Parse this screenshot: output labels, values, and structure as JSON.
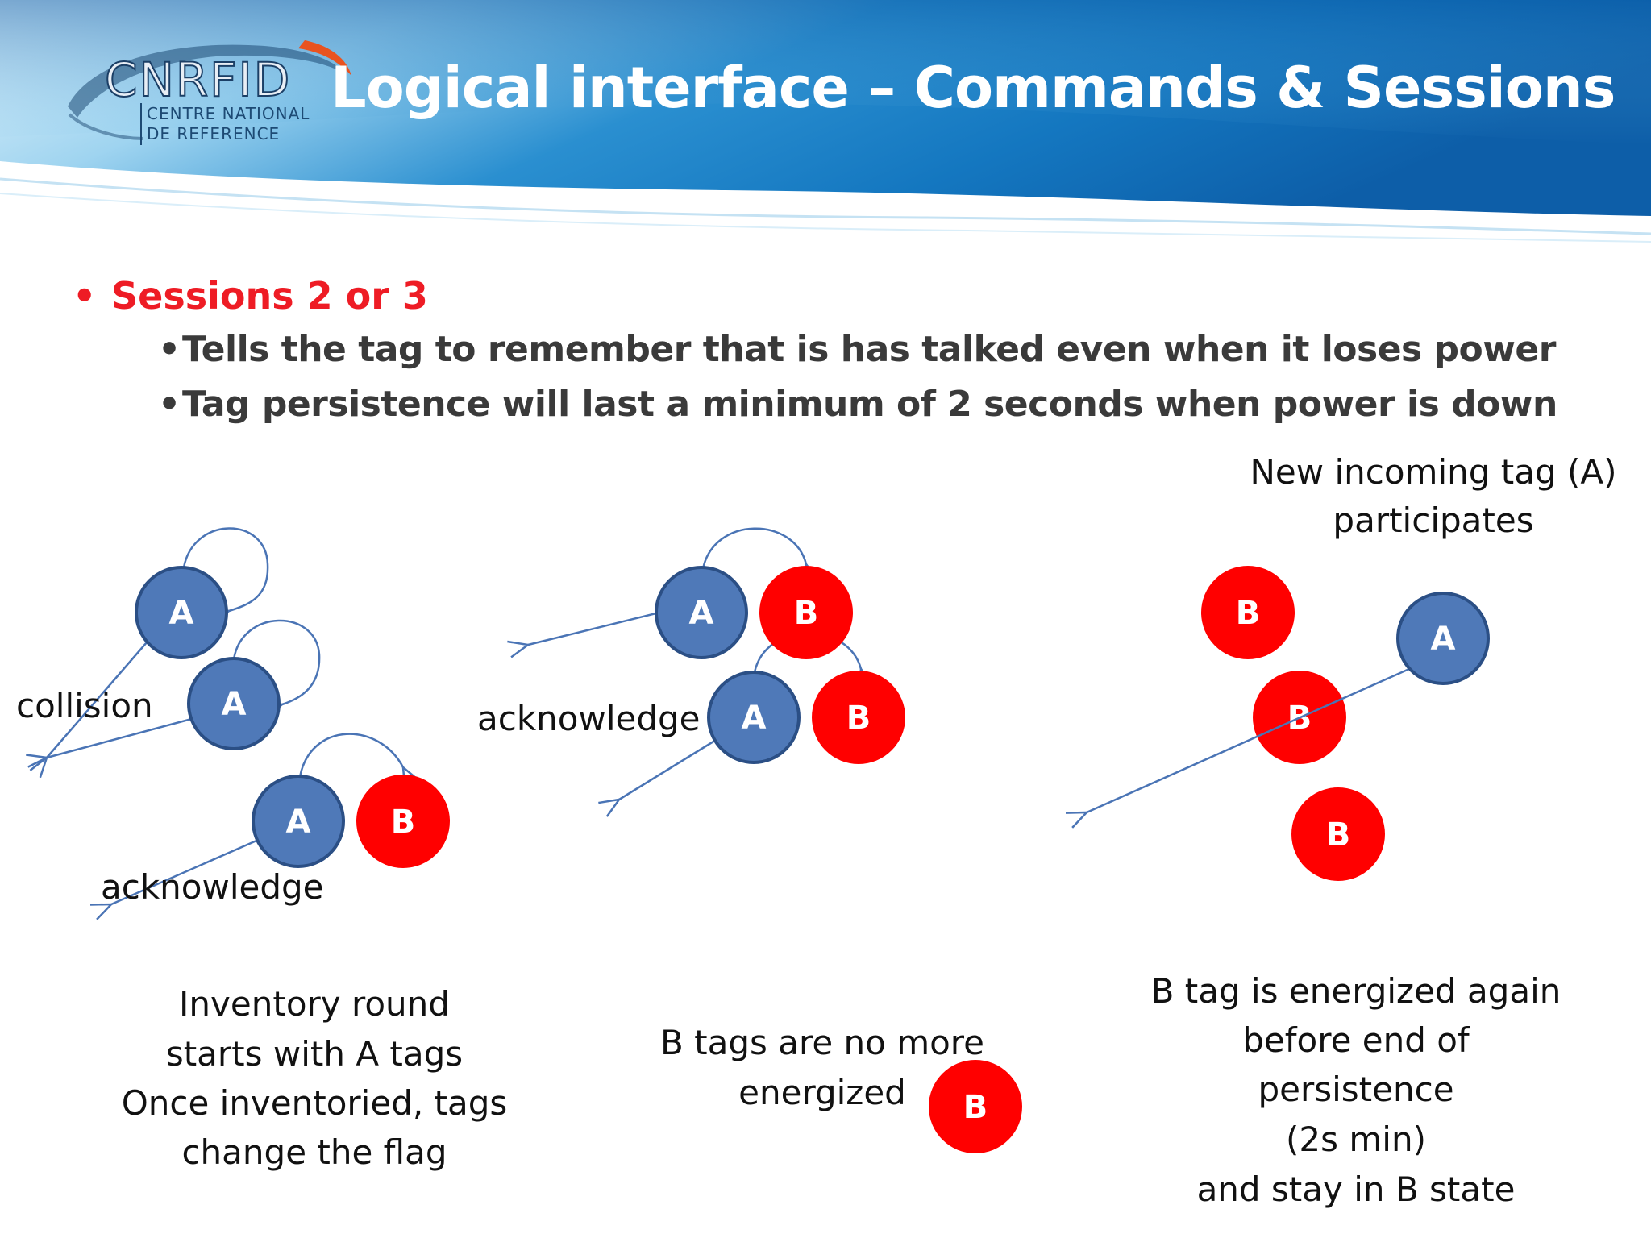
{
  "header": {
    "title": "Logical interface – Commands & Sessions",
    "logo": {
      "wordmark": "CNRFID",
      "subtitle_line1": "CENTRE NATIONAL",
      "subtitle_line2": "DE REFERENCE"
    }
  },
  "bullets": {
    "main": "Sessions 2 or 3",
    "sub": [
      "Tells the tag to remember that is has talked even when it loses power",
      "Tag persistence will last a minimum of 2 seconds when power is down"
    ]
  },
  "diagram": {
    "tag_a_label": "A",
    "tag_b_label": "B",
    "labels": {
      "collision": "collision",
      "acknowledge_left": "acknowledge",
      "acknowledge_middle": "acknowledge",
      "new_tag_line1": "New incoming tag (A)",
      "new_tag_line2": "participates"
    },
    "captions": {
      "left": [
        "Inventory round",
        "starts with A tags",
        "Once inventoried, tags",
        "change the flag"
      ],
      "middle": [
        "B tags are no more",
        "energized"
      ],
      "right": [
        "B tag is energized again",
        "before end of",
        "persistence",
        "(2s min)",
        "and stay in B state"
      ]
    }
  },
  "colors": {
    "tag_a_fill": "#4f79b8",
    "tag_a_stroke": "#2b4f85",
    "tag_b_fill": "#ff0000",
    "arrow": "#4a74b5",
    "bullet_main": "#ee1c25",
    "bullet_sub": "#3a3a3a"
  }
}
